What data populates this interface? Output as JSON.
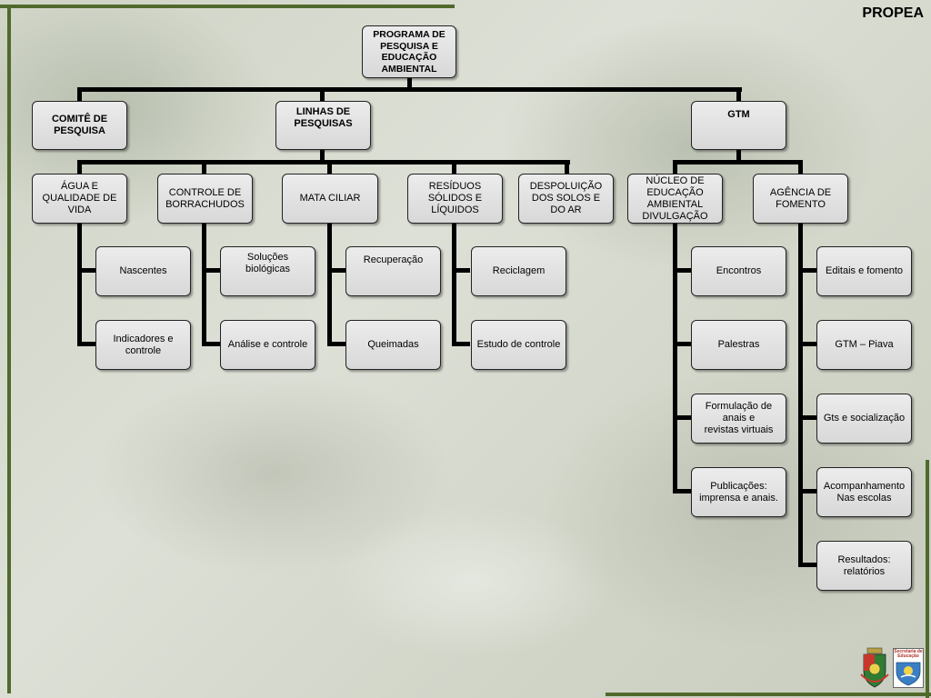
{
  "title": "PROPEA",
  "root": "PROGRAMA DE\nPESQUISA E\nEDUCAÇÃO\nAMBIENTAL",
  "level1": {
    "comite": "COMITÊ DE\nPESQUISA",
    "linhas": "LINHAS DE\nPESQUISAS",
    "gtm": "GTM"
  },
  "linhas": [
    {
      "label": "ÁGUA E\nQUALIDADE DE\nVIDA",
      "children": [
        "Nascentes",
        "Indicadores e\ncontrole"
      ]
    },
    {
      "label": "CONTROLE DE\nBORRACHUDOS",
      "children": [
        "Soluções\nbiológicas",
        "Análise e controle"
      ]
    },
    {
      "label": "MATA CILIAR",
      "children": [
        "Recuperação",
        "Queimadas"
      ]
    },
    {
      "label": "RESÍDUOS\nSÓLIDOS E\nLÍQUIDOS",
      "children": [
        "Reciclagem",
        "Estudo de controle"
      ]
    },
    {
      "label": "DESPOLUIÇÃO\nDOS SOLOS E\nDO AR",
      "children": []
    }
  ],
  "gtm_children": [
    {
      "label": "NÚCLEO DE\nEDUCAÇÃO\nAMBIENTAL\nDIVULGAÇÃO",
      "children": [
        "Encontros",
        "Palestras",
        "Formulação de\nanais e\nrevistas virtuais",
        "Publicações:\nimprensa e anais."
      ]
    },
    {
      "label": "AGÊNCIA DE\nFOMENTO",
      "children": [
        "Editais e fomento",
        "GTM – Piava",
        "Gts e socialização",
        "Acompanhamento\nNas escolas",
        "Resultados:\nrelatórios"
      ]
    }
  ],
  "logo_education": "Secretaria de\nEducação",
  "colors": {
    "frame": "#4f6a2c",
    "box_fill": "#e2e2e2",
    "line": "#000000"
  }
}
